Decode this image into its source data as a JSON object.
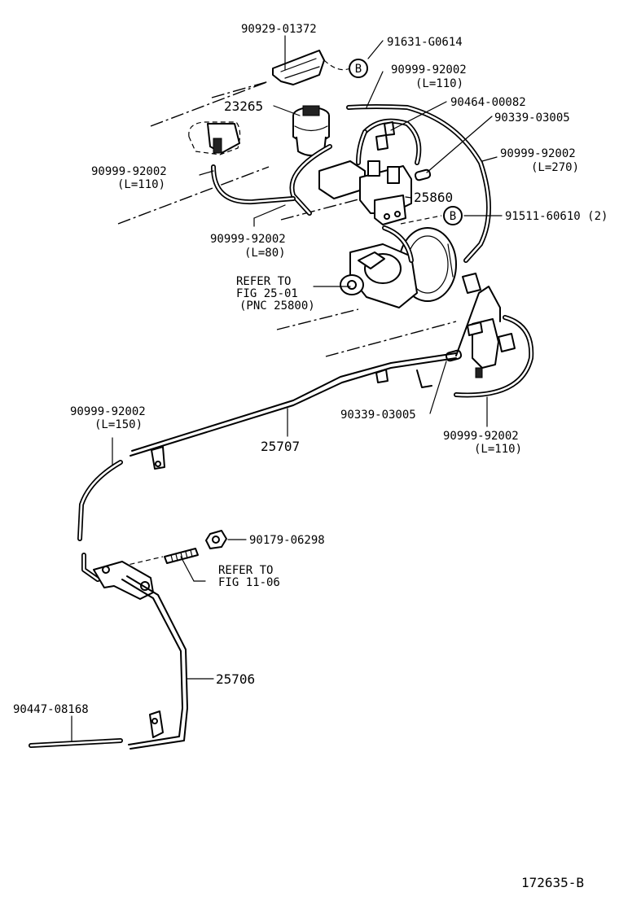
{
  "callouts": [
    {
      "id": "c1",
      "text": "90929-01372"
    },
    {
      "id": "c2",
      "text": "91631-G0614"
    },
    {
      "id": "c3",
      "text": "90999-92002"
    },
    {
      "id": "c3b",
      "text": "(L=110)"
    },
    {
      "id": "c4",
      "text": "23265"
    },
    {
      "id": "c5",
      "text": "90464-00082"
    },
    {
      "id": "c6",
      "text": "90339-03005"
    },
    {
      "id": "c7",
      "text": "90999-92002"
    },
    {
      "id": "c7b",
      "text": "(L=270)"
    },
    {
      "id": "c8",
      "text": "90999-92002"
    },
    {
      "id": "c8b",
      "text": "(L=110)"
    },
    {
      "id": "c9",
      "text": "25860"
    },
    {
      "id": "c10",
      "text": "91511-60610 (2)"
    },
    {
      "id": "c11",
      "text": "90999-92002"
    },
    {
      "id": "c11b",
      "text": "(L=80)"
    },
    {
      "id": "c12",
      "text": "REFER TO"
    },
    {
      "id": "c12b",
      "text": "FIG 25-01"
    },
    {
      "id": "c12c",
      "text": "(PNC 25800)"
    },
    {
      "id": "c13",
      "text": "90999-92002"
    },
    {
      "id": "c13b",
      "text": "(L=150)"
    },
    {
      "id": "c14",
      "text": "25707"
    },
    {
      "id": "c15",
      "text": "90339-03005"
    },
    {
      "id": "c16",
      "text": "90999-92002"
    },
    {
      "id": "c16b",
      "text": "(L=110)"
    },
    {
      "id": "c17",
      "text": "90179-06298"
    },
    {
      "id": "c18",
      "text": "REFER TO"
    },
    {
      "id": "c18b",
      "text": "FIG 11-06"
    },
    {
      "id": "c19",
      "text": "25706"
    },
    {
      "id": "c20",
      "text": "90447-08168"
    }
  ],
  "markers": [
    {
      "id": "b1",
      "text": "B"
    },
    {
      "id": "b2",
      "text": "B"
    }
  ],
  "figure_number": "172635-B"
}
